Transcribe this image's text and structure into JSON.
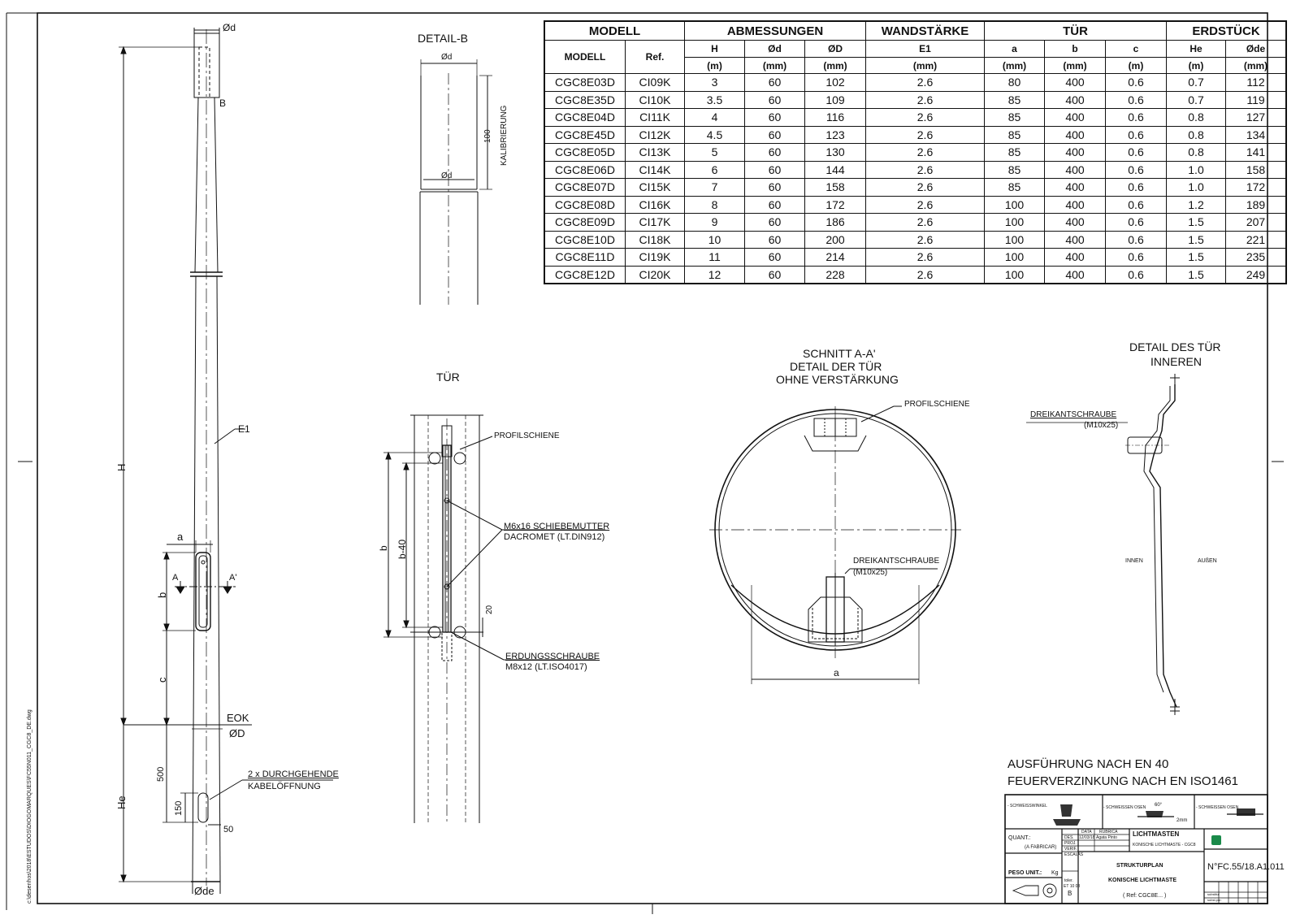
{
  "table": {
    "group_headers": [
      "MODELL",
      "ABMESSUNGEN",
      "WANDSTÄRKE",
      "TÜR",
      "ERDSTÜCK"
    ],
    "sub_headers": [
      "MODELL",
      "Ref.",
      "H",
      "Ød",
      "ØD",
      "E1",
      "a",
      "b",
      "c",
      "He",
      "Øde"
    ],
    "units": [
      "(m)",
      "(mm)",
      "(mm)",
      "(mm)",
      "(mm)",
      "(mm)",
      "(m)",
      "(m)",
      "(mm)"
    ],
    "rows": [
      [
        "CGC8E03D",
        "CI09K",
        "3",
        "60",
        "102",
        "2.6",
        "80",
        "400",
        "0.6",
        "0.7",
        "112"
      ],
      [
        "CGC8E35D",
        "CI10K",
        "3.5",
        "60",
        "109",
        "2.6",
        "85",
        "400",
        "0.6",
        "0.7",
        "119"
      ],
      [
        "CGC8E04D",
        "CI11K",
        "4",
        "60",
        "116",
        "2.6",
        "85",
        "400",
        "0.6",
        "0.8",
        "127"
      ],
      [
        "CGC8E45D",
        "CI12K",
        "4.5",
        "60",
        "123",
        "2.6",
        "85",
        "400",
        "0.6",
        "0.8",
        "134"
      ],
      [
        "CGC8E05D",
        "CI13K",
        "5",
        "60",
        "130",
        "2.6",
        "85",
        "400",
        "0.6",
        "0.8",
        "141"
      ],
      [
        "CGC8E06D",
        "CI14K",
        "6",
        "60",
        "144",
        "2.6",
        "85",
        "400",
        "0.6",
        "1.0",
        "158"
      ],
      [
        "CGC8E07D",
        "CI15K",
        "7",
        "60",
        "158",
        "2.6",
        "85",
        "400",
        "0.6",
        "1.0",
        "172"
      ],
      [
        "CGC8E08D",
        "CI16K",
        "8",
        "60",
        "172",
        "2.6",
        "100",
        "400",
        "0.6",
        "1.2",
        "189"
      ],
      [
        "CGC8E09D",
        "CI17K",
        "9",
        "60",
        "186",
        "2.6",
        "100",
        "400",
        "0.6",
        "1.5",
        "207"
      ],
      [
        "CGC8E10D",
        "CI18K",
        "10",
        "60",
        "200",
        "2.6",
        "100",
        "400",
        "0.6",
        "1.5",
        "221"
      ],
      [
        "CGC8E11D",
        "CI19K",
        "11",
        "60",
        "214",
        "2.6",
        "100",
        "400",
        "0.6",
        "1.5",
        "235"
      ],
      [
        "CGC8E12D",
        "CI20K",
        "12",
        "60",
        "228",
        "2.6",
        "100",
        "400",
        "0.6",
        "1.5",
        "249"
      ]
    ]
  },
  "pole": {
    "top_d": "Ød",
    "detail_b": "B",
    "h": "H",
    "e1": "E1",
    "a": "a",
    "b": "b",
    "section_a": "A",
    "section_a2": "A'",
    "c": "c",
    "eok": "EOK",
    "base_d": "ØD",
    "he": "He",
    "dim_500": "500",
    "dim_150": "150",
    "dim_50": "50",
    "cable_1": "2 x DURCHGEHENDE",
    "cable_2": "KABELÖFFNUNG",
    "foot_d": "Øde"
  },
  "detail_b": {
    "title": "DETAIL-B",
    "d_top": "Ød",
    "d_bottom": "Ød",
    "dim_100": "100",
    "kal": "KALIBRIERUNG"
  },
  "door": {
    "title": "TÜR",
    "profil": "PROFILSCHIENE",
    "nut_1": "M6x16 SCHIEBEMUTTER",
    "nut_2": "DACROMET (LT.DIN912)",
    "b": "b",
    "b40": "b-40",
    "dim_20": "20",
    "earth_1": "ERDUNGSSCHRAUBE",
    "earth_2": "M8x12 (LT.ISO4017)"
  },
  "section": {
    "title_1": "SCHNITT A-A'",
    "title_2": "DETAIL DER TÜR",
    "title_3": "OHNE VERSTÄRKUNG",
    "profil": "PROFILSCHIENE",
    "screw_1": "DREIKANTSCHRAUBE",
    "screw_2": "(M10x25)",
    "a": "a"
  },
  "door_inner": {
    "title_1": "DETAIL DES TÜR",
    "title_2": "INNEREN",
    "screw_1": "DREIKANTSCHRAUBE",
    "screw_2": "(M10x25)",
    "innen": "INNEN",
    "aussen": "AUßEN"
  },
  "notes": {
    "line1": "AUSFÜHRUNG NACH EN 40",
    "line2": "FEUERVERZINKUNG NACH EN ISO1461"
  },
  "title_block": {
    "weld_1": "- SCHWEISSWINKEL",
    "weld_2": "- SCHWEISSEN OSEN",
    "weld_3": "- SCHWEISSEN OSEN",
    "weld_mm": "2mm",
    "weld_angle": "60°",
    "quant": "QUANT.:",
    "fabricar": "(A FABRICAR)",
    "des": "DES.",
    "proj": "PROJ.",
    "verif": "VERIF.",
    "escalas": "ESCALAS",
    "data": "DATA",
    "rubrica": "RUBRICA",
    "date_val": "12/03/18",
    "author": "Agata Pinto",
    "product": "LICHTMASTEN",
    "product_sub": "KONISCHE LICHTMASTE - CGC8",
    "plan_1": "STRUKTURPLAN",
    "plan_2": "KONISCHE LICHTMASTE",
    "ref": "( Ref: CGC8E... )",
    "peso": "PESO UNIT.:",
    "kg": "Kg",
    "toler": "toler.",
    "tol_val": "ET 10 08",
    "tol_b": "B",
    "drawing_no": "N°FC.55/18.A1.011",
    "substit_1": "substitui",
    "substit_2": "subst.por:"
  },
  "margin": {
    "path": "c:\\desenhos\\2018\\ESTUDOS\\DIOGOMARQUES\\FC55N011_CGC8_DE.dwg"
  }
}
